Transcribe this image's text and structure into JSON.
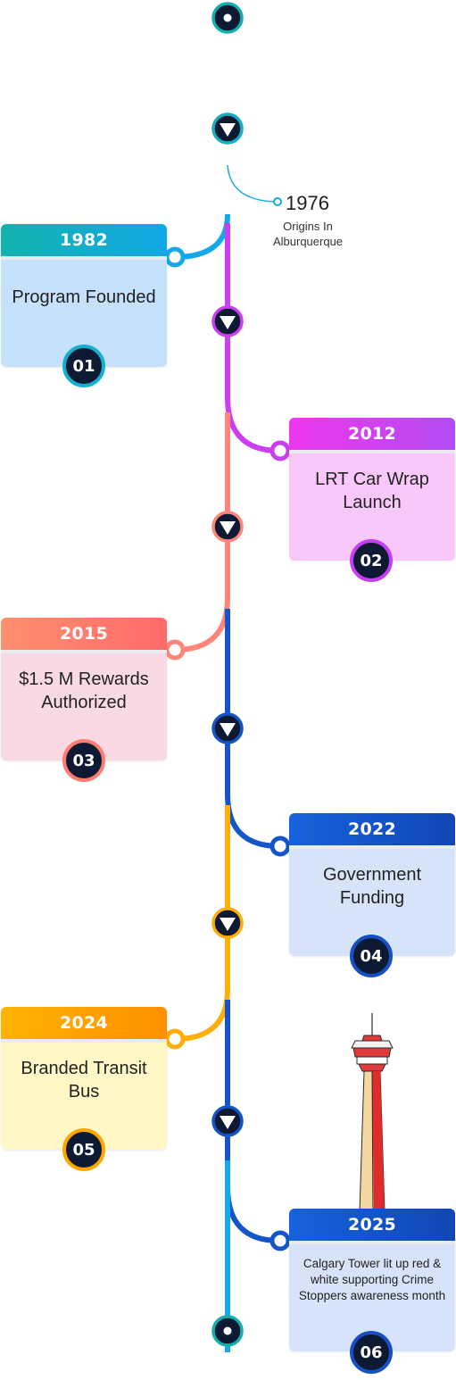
{
  "origin": {
    "year": "1976",
    "description": "Origins In Alburquerque"
  },
  "milestones": [
    {
      "number": "01",
      "year": "1982",
      "title": "Program Founded",
      "side": "left",
      "colors": {
        "head_start": "#12b3ad",
        "head_end": "#12a7e6",
        "body": "#c5e1fb",
        "line": "#13a8e8",
        "badge_ring": "#14b0cf"
      }
    },
    {
      "number": "02",
      "year": "2012",
      "title": "LRT Car Wrap Launch",
      "side": "right",
      "colors": {
        "head_start": "#ee37ee",
        "head_end": "#b24cf2",
        "body": "#f8c8fa",
        "line": "#cc3ef0",
        "badge_ring": "#c63fee"
      }
    },
    {
      "number": "03",
      "year": "2015",
      "title": "$1.5 M Rewards Authorized",
      "side": "left",
      "colors": {
        "head_start": "#fe8f70",
        "head_end": "#ff6b6b",
        "body": "#f8d9e4",
        "line": "#fe8577",
        "badge_ring": "#fe7c70"
      }
    },
    {
      "number": "04",
      "year": "2022",
      "title": "Government Funding",
      "side": "right",
      "colors": {
        "head_start": "#1662dc",
        "head_end": "#1146b5",
        "body": "#d7e3f8",
        "line": "#1456c9",
        "badge_ring": "#1550c4"
      }
    },
    {
      "number": "05",
      "year": "2024",
      "title": "Branded Transit Bus",
      "side": "left",
      "colors": {
        "head_start": "#ffb300",
        "head_end": "#ff8f00",
        "body": "#fff8c6",
        "line": "#ffae0a",
        "badge_ring": "#ffa600"
      }
    },
    {
      "number": "06",
      "year": "2025",
      "title": "Calgary Tower lit up red & white supporting Crime Stoppers awareness month",
      "side": "right",
      "colors": {
        "head_start": "#1662dc",
        "head_end": "#1146b5",
        "body": "#d7e3f8",
        "line": "#1456c9",
        "badge_ring": "#1550c4"
      }
    }
  ],
  "colors": {
    "spine_start": "#13a8a8",
    "spine_top": "#1db4c4",
    "marker_fill": "#0e1a33",
    "end_line": "#17a9ea"
  },
  "icons": {
    "markers": "down-triangle-icon",
    "endpoints": "dot-icon",
    "landmark": "calgary-tower-icon"
  }
}
